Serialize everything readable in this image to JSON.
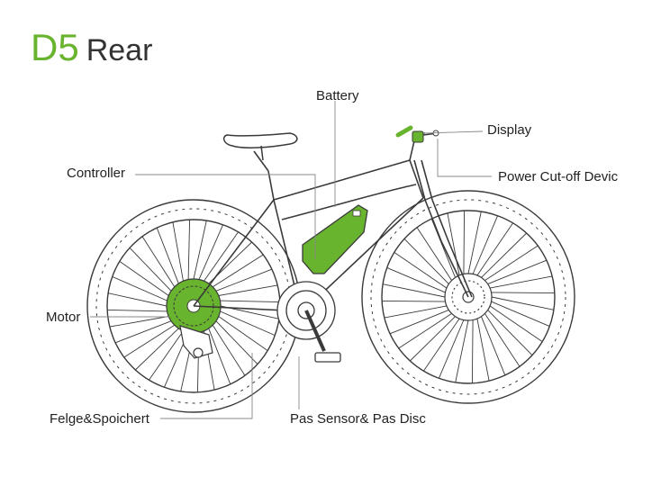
{
  "title": {
    "code": "D5",
    "word": "Rear"
  },
  "labels": {
    "battery": "Battery",
    "display": "Display",
    "controller": "Controller",
    "power_cutoff": "Power Cut-off Devic",
    "motor": "Motor",
    "rim_spokes": "Felge&Spoichert",
    "pas_sensor": "Pas Sensor& Pas Disc"
  },
  "colors": {
    "accent": "#69b42e",
    "line": "#3a3a3a",
    "leader": "#888888"
  }
}
